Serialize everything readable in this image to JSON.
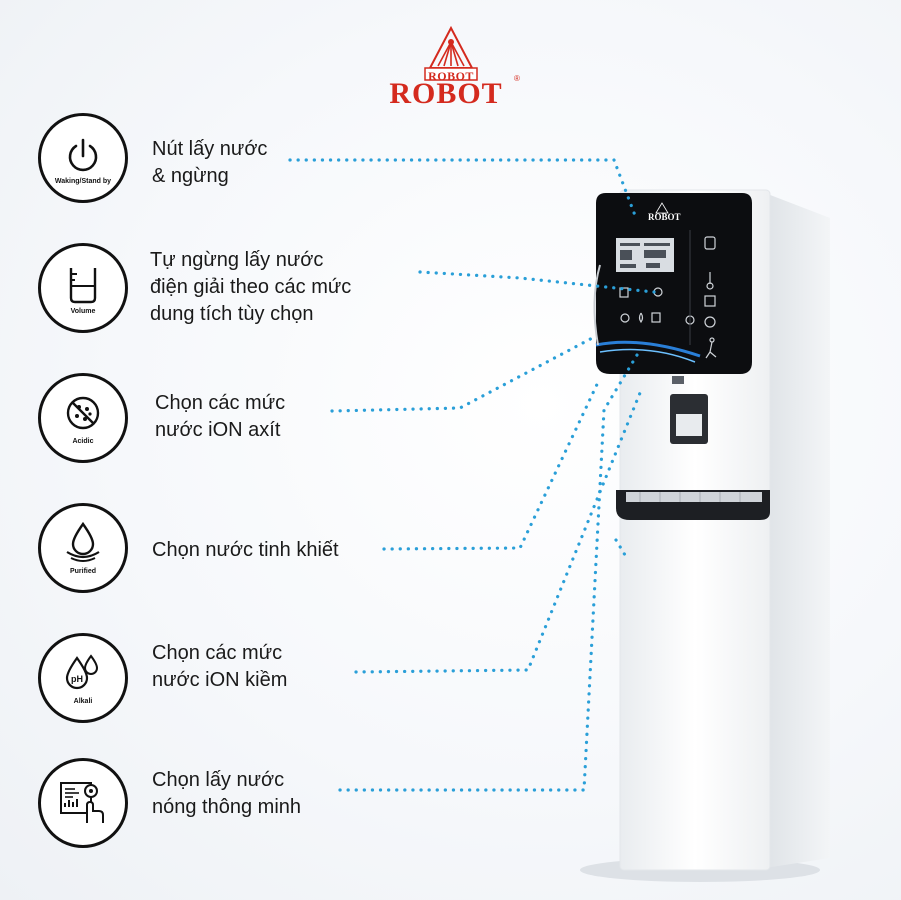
{
  "logo": {
    "small": "ROBOT",
    "main": "ROBOT",
    "reg": "®"
  },
  "features": [
    {
      "icon": "power-icon",
      "caption": "Waking/Stand by",
      "lines": [
        "Nút lấy nước",
        "& ngừng"
      ]
    },
    {
      "icon": "volume-icon",
      "caption": "Volume",
      "lines": [
        "Tự ngừng lấy nước",
        "điện giải theo các mức",
        "dung tích tùy chọn"
      ]
    },
    {
      "icon": "acidic-icon",
      "caption": "Acidic",
      "lines": [
        "Chọn các mức",
        "nước iON axít"
      ]
    },
    {
      "icon": "water-drop-icon",
      "caption": "Purified",
      "lines": [
        "Chọn nước tinh khiết"
      ]
    },
    {
      "icon": "ph-drops-icon",
      "caption": "Alkali",
      "lines": [
        "Chọn các mức",
        "nước iON kiềm"
      ]
    },
    {
      "icon": "smart-hot-icon",
      "caption": "",
      "lines": [
        "Chọn lấy nước",
        "nóng thông minh"
      ]
    }
  ],
  "colors": {
    "dots": "#2a9fd8",
    "brand": "#d42a1e",
    "outline": "#111111"
  }
}
